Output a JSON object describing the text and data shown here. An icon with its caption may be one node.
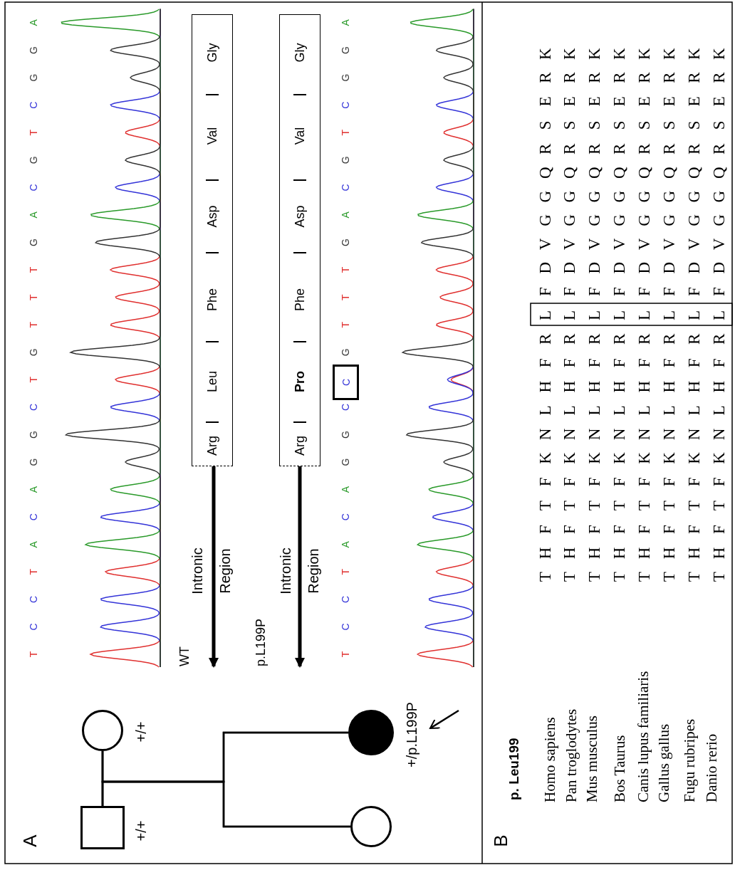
{
  "diagram": {
    "nodes": [
      {
        "text": [],
        "shape": "box",
        "beside": [
          "+/+"
        ]
      },
      {
        "text": [],
        "shape": "circle",
        "beside": [
          "+/+"
        ]
      },
      {
        "text": [],
        "shape": "circle"
      },
      {
        "text": [],
        "shape": "circle",
        "beside": [
          "+/p.L199P"
        ]
      },
      {
        "text": [
          "Arg",
          "Leu",
          "Phe",
          "Asp",
          "Val",
          "Gly"
        ]
      },
      {
        "text": [
          "Arg",
          "Pro",
          "Phe",
          "Asp",
          "Val",
          "Gly"
        ]
      },
      {
        "text": [
          "C"
        ]
      }
    ],
    "edges": [
      {
        "from": 0,
        "to": 1,
        "arrow": "none"
      },
      {
        "from": 0,
        "to": 2,
        "arrow": "none"
      },
      {
        "from": 0,
        "to": 3,
        "arrow": "none"
      },
      {
        "from": 1,
        "to": 2,
        "arrow": "none"
      },
      {
        "from": 1,
        "to": 3,
        "arrow": "none"
      },
      {
        "from": null,
        "to": 3,
        "arrow": "to"
      },
      {
        "from": 4,
        "to": null,
        "arrow": "to",
        "label": "Intronic Region",
        "style": "thick"
      },
      {
        "from": 5,
        "to": null,
        "arrow": "to",
        "label": "Intronic Region",
        "style": "thick"
      }
    ],
    "labels": [
      "A",
      "WT",
      "p.L199P",
      "T",
      "C",
      "C",
      "T",
      "A",
      "C",
      "A",
      "G",
      "G",
      "C",
      "T",
      "G",
      "T",
      "T",
      "T",
      "G",
      "A",
      "C",
      "G",
      "T",
      "C",
      "G",
      "G",
      "A",
      "T",
      "C",
      "C",
      "T",
      "A",
      "C",
      "A",
      "G",
      "G",
      "C",
      "G",
      "T",
      "T",
      "T",
      "G",
      "A",
      "C",
      "G",
      "T",
      "C",
      "G",
      "G",
      "A",
      "B",
      "p. Leu199",
      "Homo sapiens",
      "T H F T F K N L H F R L F D V G G Q R S E R K",
      "Pan troglodytes",
      "T H F T F K N L H F R L F D V G G Q R S E R K",
      "Mus musculus",
      "T H F T F K N L H F R L F D V G G Q R S E R K",
      "Bos Taurus",
      "T H F T F K N L H F R L F D V G G Q R S E R K",
      "Canis lupus familiaris",
      "T H F T F K N L H F R L F D V G G Q R S E R K",
      "Gallus gallus",
      "T H F T F K N L H F R L F D V G G Q R S E R K",
      "Fugu rubripes",
      "T H F T F K N L H F R L F D V G G Q R S E R K",
      "Danio rerio",
      "T H F T F K N L H F R L F D V G G Q R S E R K"
    ]
  }
}
